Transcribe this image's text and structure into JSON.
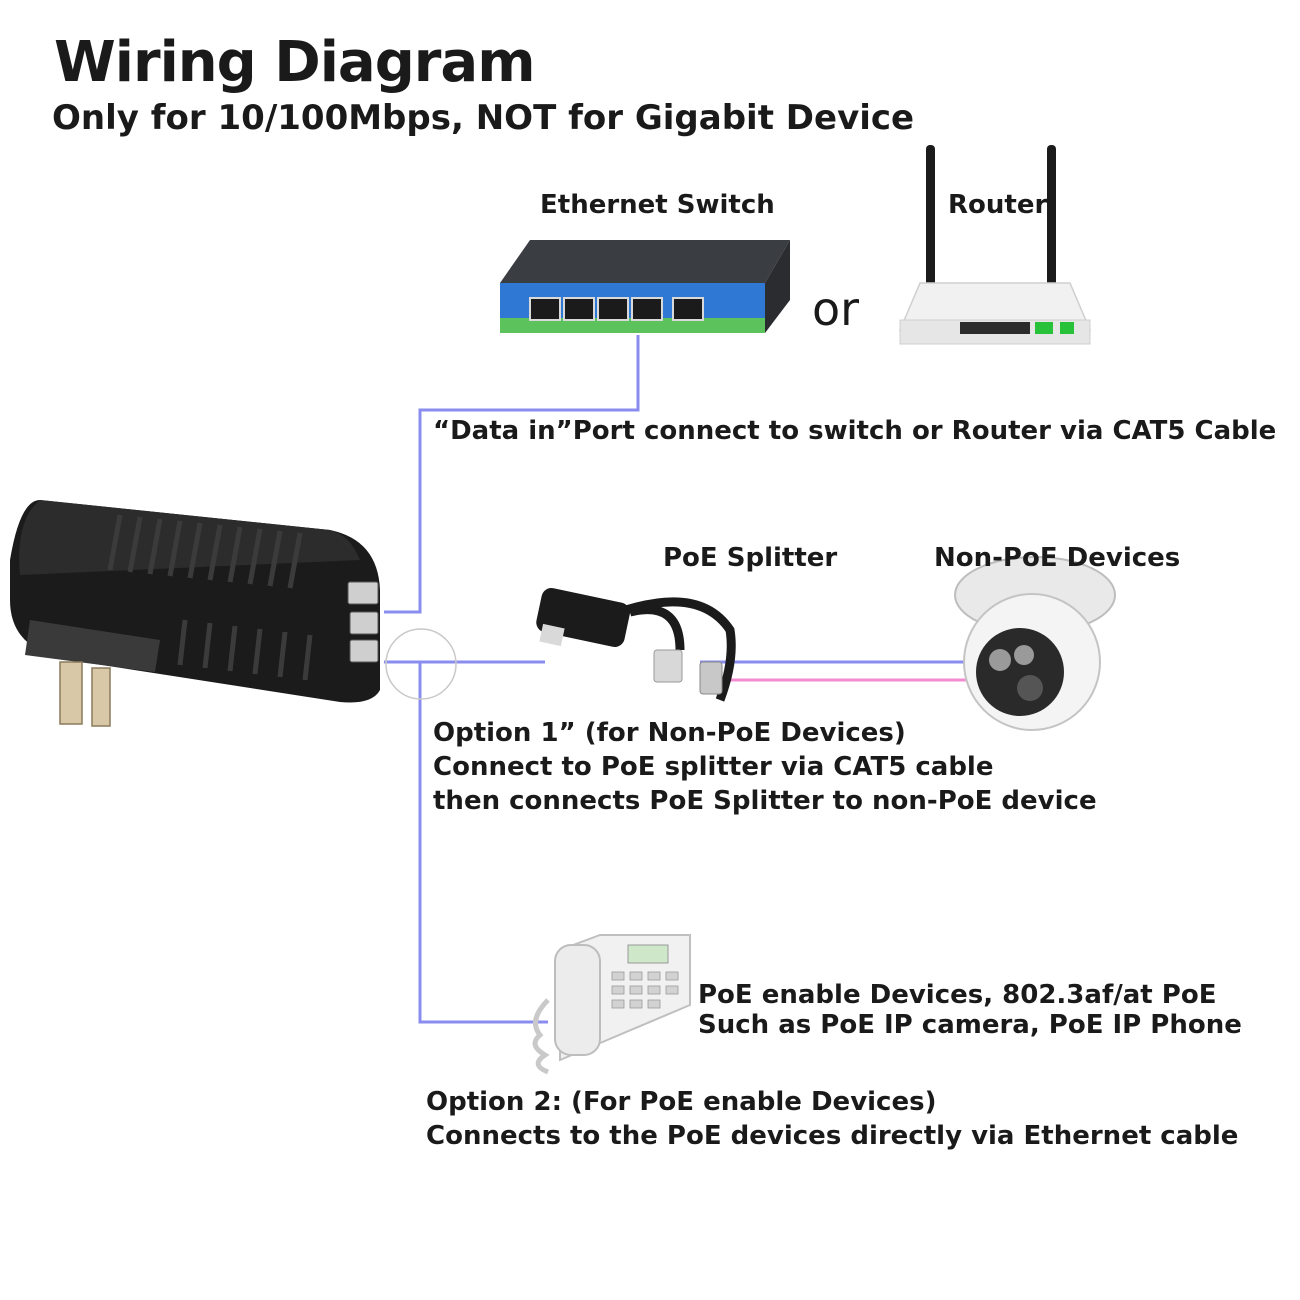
{
  "title": "Wiring Diagram",
  "subtitle": "Only for 10/100Mbps, NOT for Gigabit Device",
  "devices": {
    "switch_label": "Ethernet Switch",
    "router_label": "Router",
    "or_text": "or",
    "splitter_label": "PoE Splitter",
    "non_poe_label": "Non-PoE Devices"
  },
  "data_in_note": "“Data in”Port connect to switch or Router via CAT5 Cable",
  "option1": {
    "line1": "Option 1” (for Non-PoE Devices)",
    "line2": "Connect to PoE splitter via CAT5 cable",
    "line3": "then connects PoE Splitter to non-PoE device"
  },
  "poe_devices": {
    "line1": "PoE enable Devices, 802.3af/at PoE",
    "line2": "Such as PoE IP camera, PoE IP Phone"
  },
  "option2": {
    "line1": "Option 2: (For PoE enable Devices)",
    "line2": "Connects to the PoE devices directly via Ethernet cable"
  },
  "colors": {
    "cable_blue": "#8a8cf0",
    "cable_pink": "#f28bd0",
    "switch_blue": "#2f79d4",
    "switch_green": "#5cc25c",
    "router_green": "#28c23a",
    "adapter_black": "#1b1b1b"
  }
}
